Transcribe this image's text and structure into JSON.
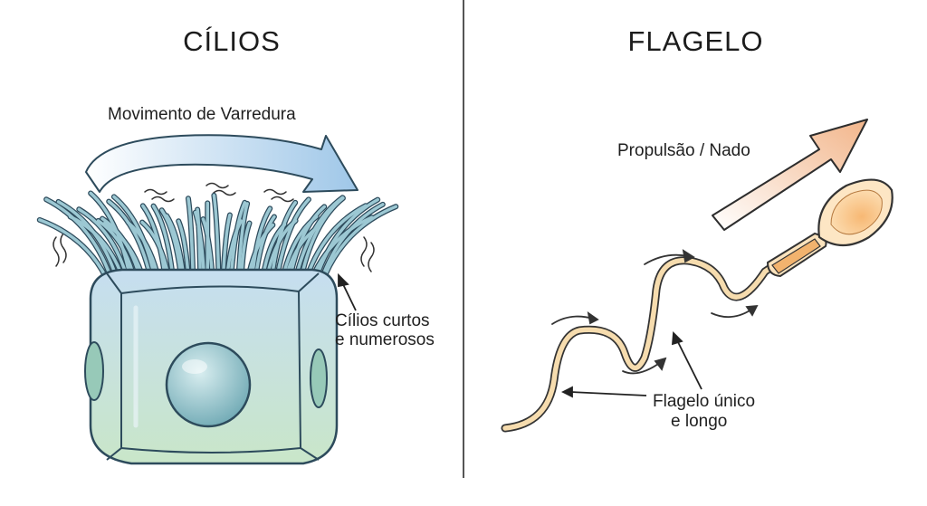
{
  "left_panel": {
    "title": "CÍLIOS",
    "motion_label": "Movimento de Varredura",
    "cilia_label_line1": "Cílios curtos",
    "cilia_label_line2": "e numerosos"
  },
  "right_panel": {
    "title": "FLAGELO",
    "motion_label": "Propulsão / Nado",
    "flagellum_label_line1": "Flagelo único",
    "flagellum_label_line2": "e longo"
  },
  "colors": {
    "cell_body": "#b7d8e6",
    "cell_outline": "#2d4b5c",
    "nucleus": "#8fc1c9",
    "cilia": "#8fbfcc",
    "sweep_arrow": "#9fc7e8",
    "sperm_head": "#f5b877",
    "flagellum": "#f6dcae",
    "propulsion_arrow": "#f2b58a"
  }
}
